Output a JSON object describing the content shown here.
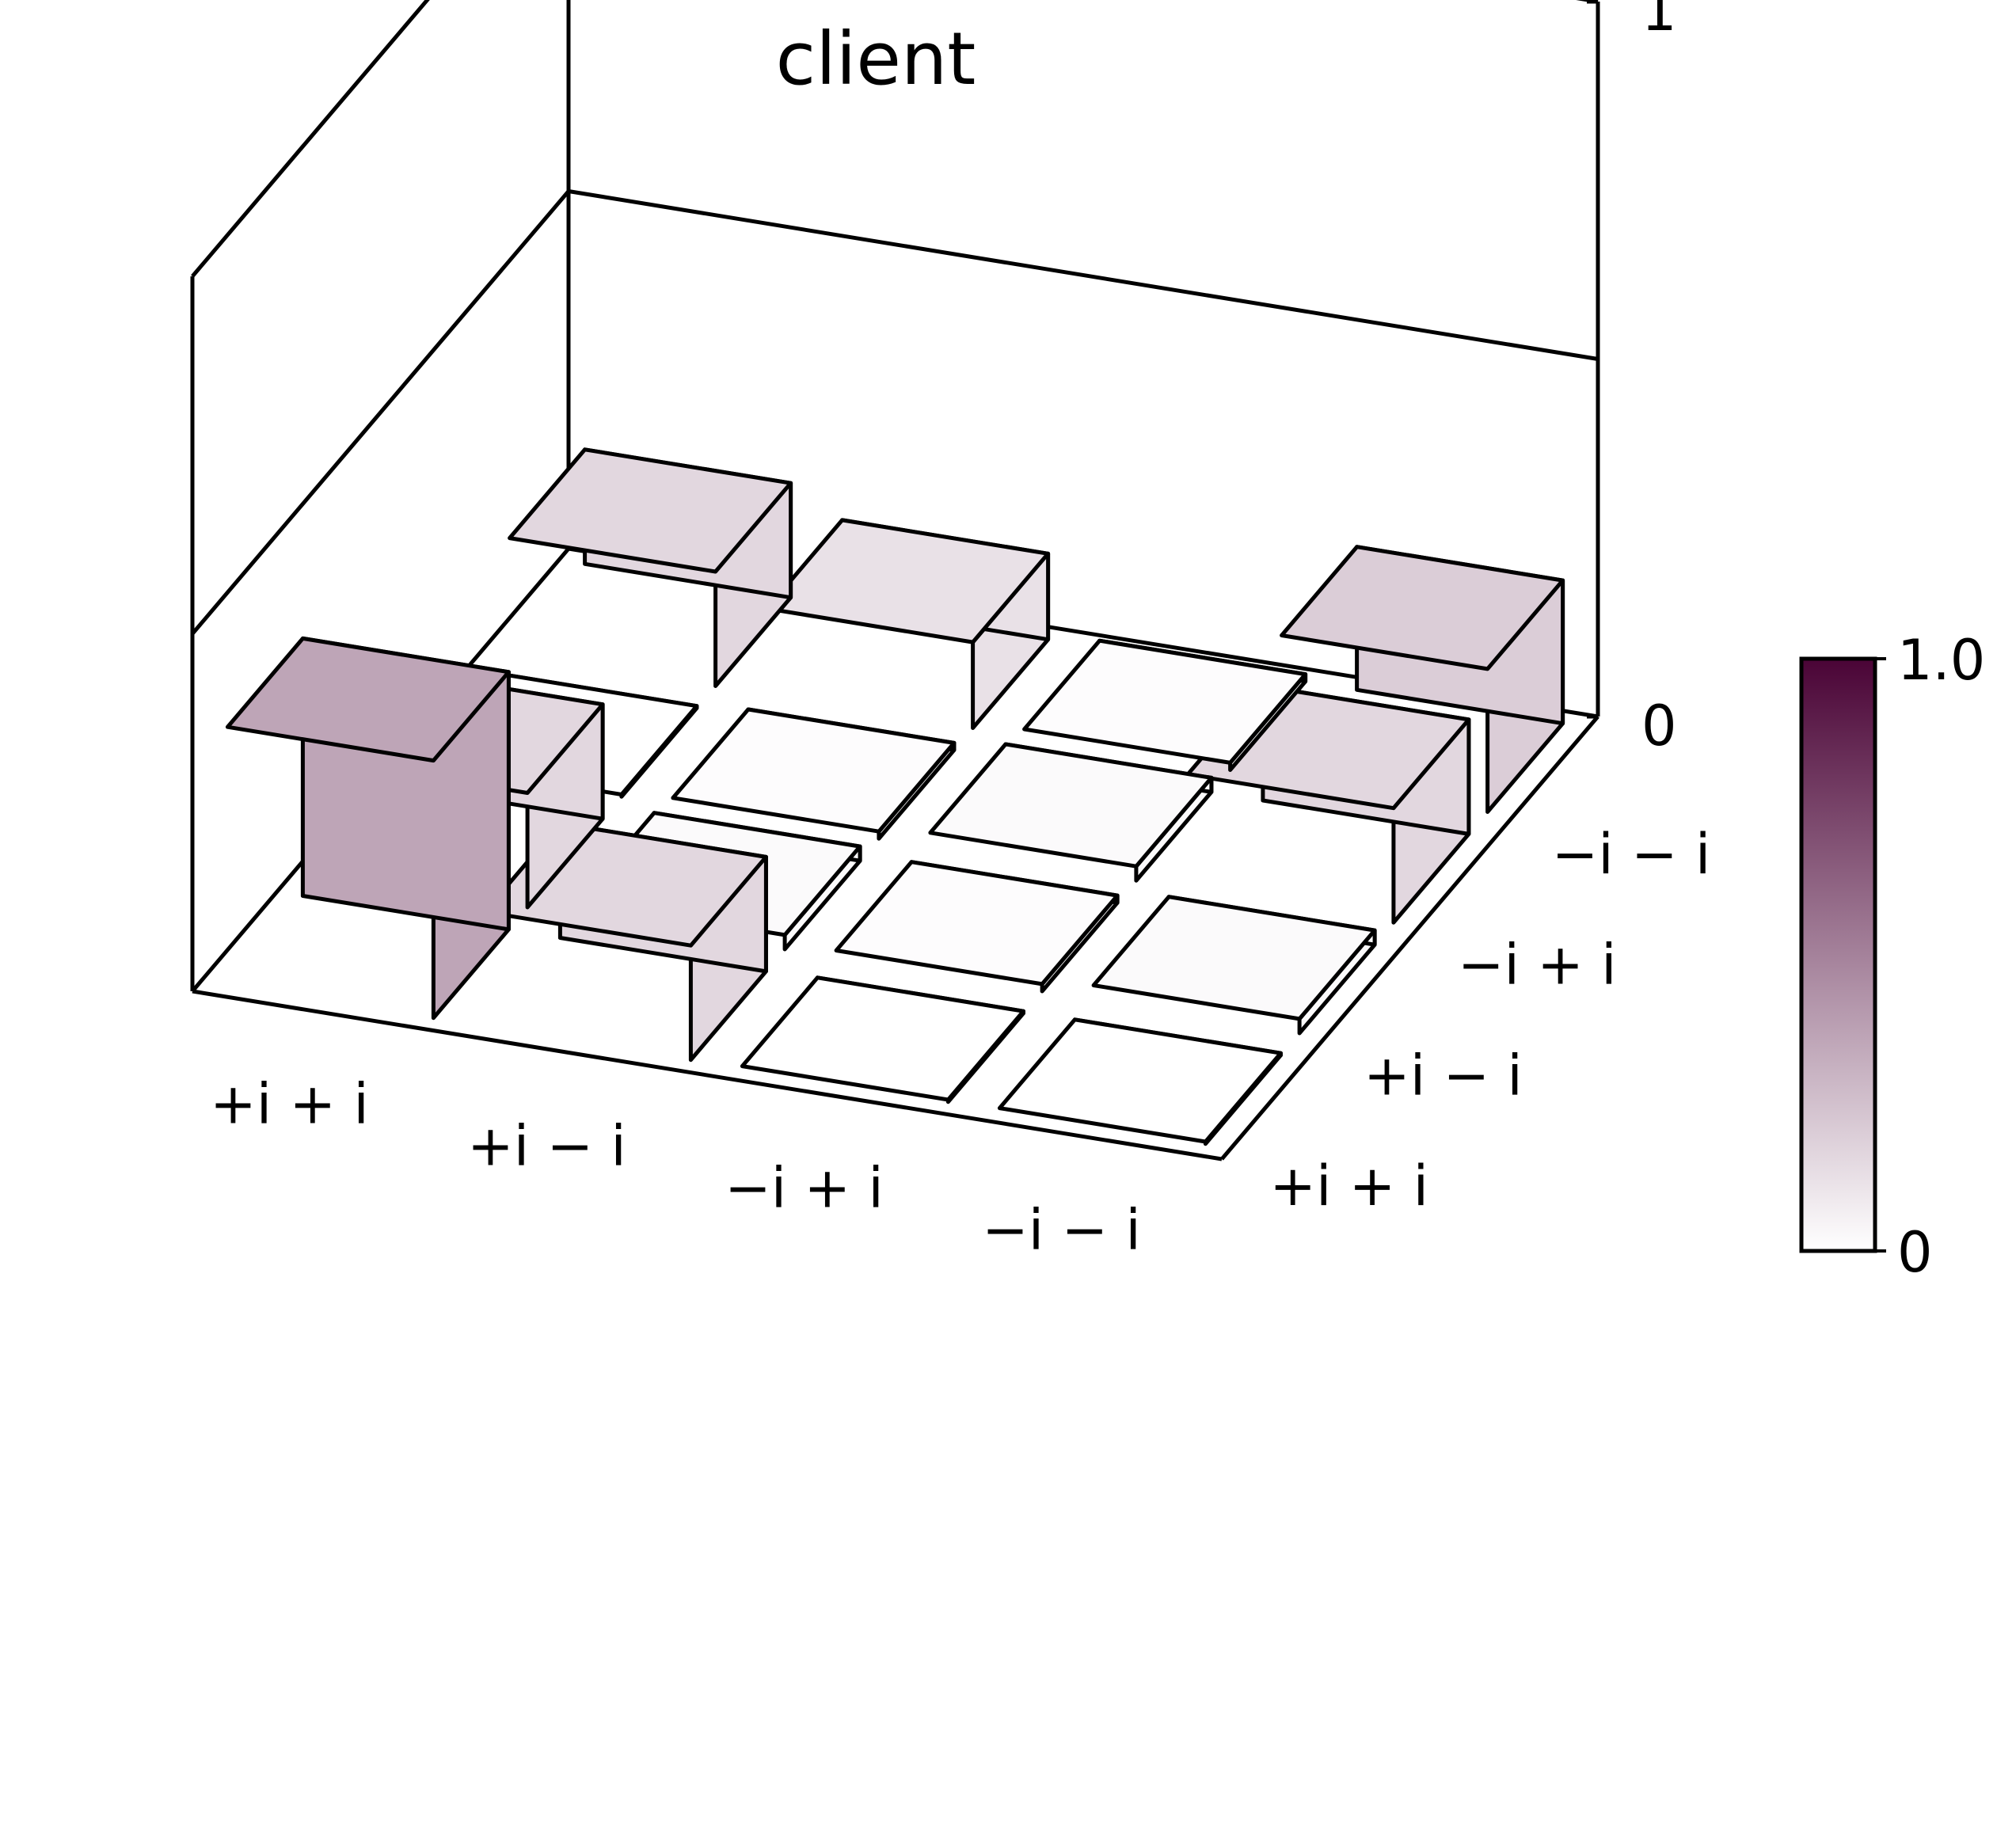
{
  "chart_data": {
    "type": "bar3d",
    "title": "client",
    "x_labels": [
      "+i + i",
      "+i − i",
      "−i + i",
      "−i − i"
    ],
    "y_labels": [
      "+i + i",
      "+i − i",
      "−i + i",
      "−i − i"
    ],
    "z_ticks": [
      "0",
      "1"
    ],
    "zlim": [
      0,
      1
    ],
    "grid": true,
    "values": [
      [
        0.36,
        0.16,
        0.0,
        0.16
      ],
      [
        0.16,
        0.02,
        0.01,
        0.12
      ],
      [
        0.0,
        0.01,
        0.02,
        0.01
      ],
      [
        0.0,
        0.02,
        0.16,
        0.2
      ]
    ],
    "colorbar": {
      "min": 0,
      "max": 1.0,
      "ticks": [
        "0",
        "1.0"
      ],
      "color_low": "#ffffff",
      "color_high": "#4a0436"
    }
  }
}
